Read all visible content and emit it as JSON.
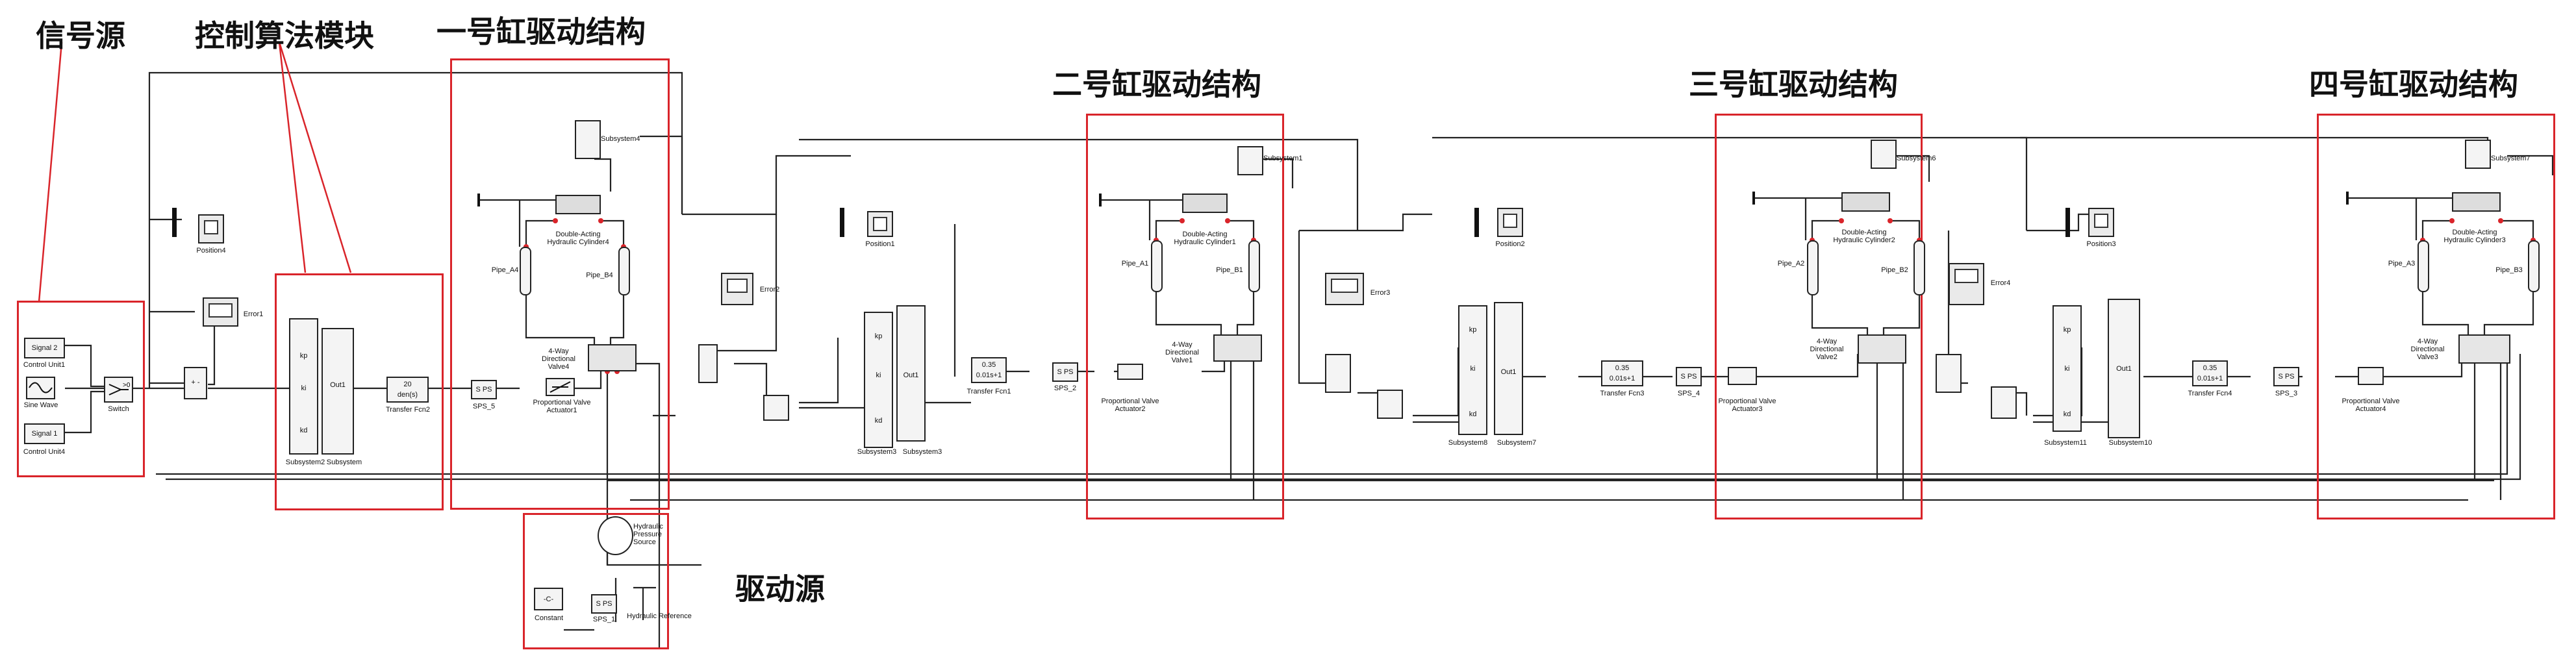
{
  "annotations": {
    "signal_source": "信号源",
    "control_module": "控制算法模块",
    "cyl1_drive": "一号缸驱动结构",
    "cyl2_drive": "二号缸驱动结构",
    "cyl3_drive": "三号缸驱动结构",
    "cyl4_drive": "四号缸驱动结构",
    "drive_source": "驱动源"
  },
  "colors": {
    "annotation_box": "#d9242a",
    "wire": "#222222",
    "port": "#d9242a"
  },
  "signal": {
    "signal2": "Signal 2",
    "control_unit1": "Control Unit1",
    "sine_wave": "Sine Wave",
    "signal1": "Signal 1",
    "control_unit4": "Control Unit4",
    "switch": "Switch"
  },
  "control": {
    "error1": "Error1",
    "subsystem2": "Subsystem2",
    "subsystem": "Subsystem",
    "kp": "kp",
    "ki": "ki",
    "kd": "kd",
    "out1": "Out1",
    "tf_num": "20",
    "tf_den": "den(s)",
    "transfer_fcn2": "Transfer Fcn2"
  },
  "cyl1": {
    "position": "Position4",
    "subsystem": "Subsystem4",
    "cylinder": "Double-Acting Hydraulic Cylinder4",
    "pipe_a": "Pipe_A4",
    "pipe_b": "Pipe_B4",
    "valve": "4-Way Directional Valve4",
    "sps": "SPS_5",
    "actuator": "Proportional Valve Actuator1",
    "sps_icon": "S PS"
  },
  "stage2": {
    "error": "Error2",
    "subsystem_a": "Subsystem3",
    "subsystem_b": "Subsystem3",
    "tf_num": "0.35",
    "tf_den": "0.01s+1",
    "transfer": "Transfer Fcn1",
    "sps": "SPS_2",
    "actuator": "Proportional Valve Actuator2",
    "position": "Position1",
    "cylinder": "Double-Acting Hydraulic Cylinder1",
    "subsystem": "Subsystem1",
    "pipe_a": "Pipe_A1",
    "pipe_b": "Pipe_B1",
    "valve": "4-Way Directional Valve1"
  },
  "stage3": {
    "error": "Error3",
    "subsystem_a": "Subsystem8",
    "subsystem_b": "Subsystem7",
    "tf_num": "0.35",
    "tf_den": "0.01s+1",
    "transfer": "Transfer Fcn3",
    "sps": "SPS_4",
    "actuator": "Proportional Valve Actuator3",
    "position": "Position2",
    "cylinder": "Double-Acting Hydraulic Cylinder2",
    "subsystem": "Subsystem6",
    "pipe_a": "Pipe_A2",
    "pipe_b": "Pipe_B2",
    "valve": "4-Way Directional Valve2"
  },
  "stage4": {
    "error": "Error4",
    "subsystem_a": "Subsystem11",
    "subsystem_b": "Subsystem10",
    "tf_num": "0.35",
    "tf_den": "0.01s+1",
    "transfer": "Transfer Fcn4",
    "sps": "SPS_3",
    "actuator": "Proportional Valve Actuator4",
    "position": "Position3",
    "cylinder": "Double-Acting Hydraulic Cylinder3",
    "subsystem": "Subsystem7",
    "pipe_a": "Pipe_A3",
    "pipe_b": "Pipe_B3",
    "valve": "4-Way Directional Valve3"
  },
  "source": {
    "pressure": "Hydraulic Pressure Source",
    "constant_value": "-C-",
    "constant": "Constant",
    "sps": "SPS_1",
    "reference": "Hydraulic Reference"
  }
}
